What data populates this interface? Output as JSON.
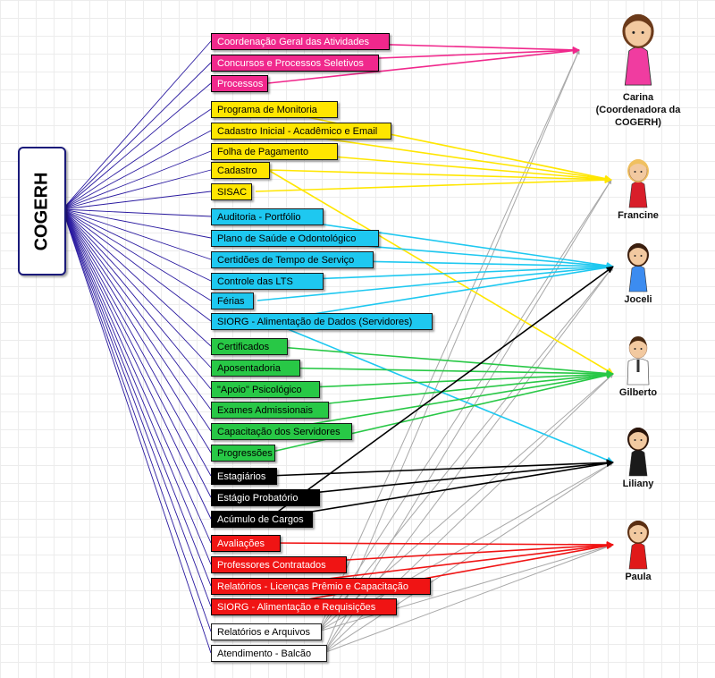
{
  "root": {
    "label": "COGERH"
  },
  "colors": {
    "pink": "#f0288c",
    "yellow": "#ffe600",
    "cyan": "#1ec8f0",
    "green": "#28c846",
    "black": "#000000",
    "red": "#f01414",
    "white": "#ffffff",
    "root_edge": "#2a1aa0",
    "gray_edge": "#a8a8a8"
  },
  "people": [
    {
      "id": "carina",
      "name": "Carina",
      "role_lines": [
        "(Coordenadora da",
        "COGERH)"
      ],
      "icon": "woman-avatar-icon",
      "outfit": "#f03ca0",
      "hair": "#6b3a1a"
    },
    {
      "id": "francine",
      "name": "Francine",
      "role_lines": [],
      "icon": "woman-avatar-icon",
      "outfit": "#d81e2a",
      "hair": "#f0c060"
    },
    {
      "id": "joceli",
      "name": "Joceli",
      "role_lines": [],
      "icon": "woman-avatar-icon",
      "outfit": "#3c8cf0",
      "hair": "#3a1e0e"
    },
    {
      "id": "gilberto",
      "name": "Gilberto",
      "role_lines": [],
      "icon": "man-avatar-icon",
      "outfit": "#ffffff",
      "hair": "#4a2a12"
    },
    {
      "id": "liliany",
      "name": "Liliany",
      "role_lines": [],
      "icon": "woman-avatar-icon",
      "outfit": "#1a1a1a",
      "hair": "#2a140a"
    },
    {
      "id": "paula",
      "name": "Paula",
      "role_lines": [],
      "icon": "woman-avatar-icon",
      "outfit": "#e01a1a",
      "hair": "#5a2e12"
    }
  ],
  "tasks": [
    {
      "label": "Coordenação Geral das Atividades",
      "color": "pink",
      "targets": [
        "carina"
      ]
    },
    {
      "label": "Concursos e Processos Seletivos",
      "color": "pink",
      "targets": [
        "carina"
      ]
    },
    {
      "label": "Processos",
      "color": "pink",
      "targets": [
        "carina"
      ]
    },
    {
      "label": "Programa de Monitoria",
      "color": "yellow",
      "targets": [
        "francine"
      ]
    },
    {
      "label": "Cadastro Inicial - Acadêmico e Email",
      "color": "yellow",
      "targets": [
        "francine"
      ]
    },
    {
      "label": "Folha de Pagamento",
      "color": "yellow",
      "targets": [
        "francine"
      ]
    },
    {
      "label": "Cadastro",
      "color": "yellow",
      "targets": [
        "francine",
        "gilberto"
      ]
    },
    {
      "label": "SISAC",
      "color": "yellow",
      "targets": [
        "francine"
      ]
    },
    {
      "label": "Auditoria - Portfólio",
      "color": "cyan",
      "targets": [
        "joceli"
      ]
    },
    {
      "label": "Plano de Saúde e Odontológico",
      "color": "cyan",
      "targets": [
        "joceli"
      ]
    },
    {
      "label": "Certidões de Tempo de Serviço",
      "color": "cyan",
      "targets": [
        "joceli"
      ]
    },
    {
      "label": "Controle das LTS",
      "color": "cyan",
      "targets": [
        "joceli"
      ]
    },
    {
      "label": "Férias",
      "color": "cyan",
      "targets": [
        "joceli"
      ]
    },
    {
      "label": "SIORG - Alimentação de Dados (Servidores)",
      "color": "cyan",
      "targets": [
        "joceli",
        "liliany"
      ]
    },
    {
      "label": "Certificados",
      "color": "green",
      "targets": [
        "gilberto"
      ]
    },
    {
      "label": "Aposentadoria",
      "color": "green",
      "targets": [
        "gilberto"
      ]
    },
    {
      "label": "\"Apoio\" Psicológico",
      "color": "green",
      "targets": [
        "gilberto"
      ]
    },
    {
      "label": "Exames Admissionais",
      "color": "green",
      "targets": [
        "gilberto"
      ]
    },
    {
      "label": "Capacitação dos Servidores",
      "color": "green",
      "targets": [
        "gilberto"
      ]
    },
    {
      "label": "Progressões",
      "color": "green",
      "targets": [
        "gilberto"
      ]
    },
    {
      "label": "Estagiários",
      "color": "black",
      "targets": [
        "liliany"
      ]
    },
    {
      "label": "Estágio Probatório",
      "color": "black",
      "targets": [
        "liliany"
      ]
    },
    {
      "label": "Acúmulo de Cargos",
      "color": "black",
      "targets": [
        "liliany",
        "joceli"
      ]
    },
    {
      "label": "Avaliações",
      "color": "red",
      "targets": [
        "paula"
      ]
    },
    {
      "label": "Professores Contratados",
      "color": "red",
      "targets": [
        "paula"
      ]
    },
    {
      "label": "Relatórios - Licenças Prêmio e Capacitação",
      "color": "red",
      "targets": [
        "paula"
      ]
    },
    {
      "label": "SIORG - Alimentação e Requisições",
      "color": "red",
      "targets": [
        "paula"
      ]
    },
    {
      "label": "Relatórios e Arquivos",
      "color": "white",
      "targets": [
        "carina",
        "francine",
        "joceli",
        "gilberto",
        "liliany",
        "paula"
      ]
    },
    {
      "label": "Atendimento - Balcão",
      "color": "white",
      "targets": [
        "carina",
        "francine",
        "joceli",
        "gilberto",
        "liliany",
        "paula"
      ]
    }
  ]
}
